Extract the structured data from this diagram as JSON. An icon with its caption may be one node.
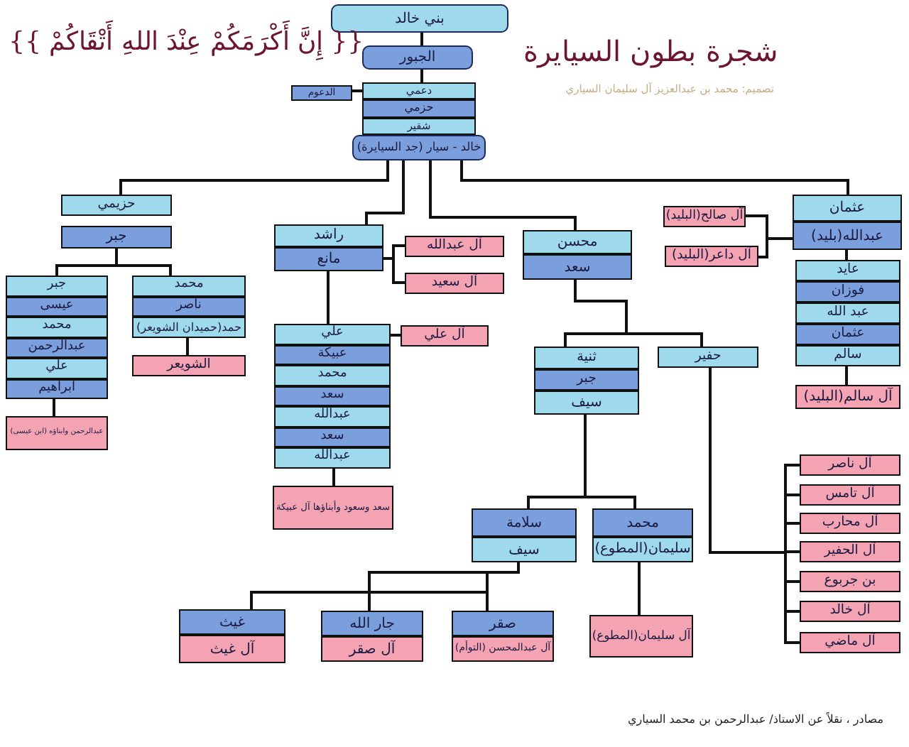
{
  "diagram": {
    "title": "شجرة بطون السيايرة",
    "nodes": [
      {
        "text": [
          "بني خالد"
        ]
      },
      {
        "text": [
          "الجبور"
        ]
      },
      {
        "text": [
          "دعمي"
        ]
      },
      {
        "text": [
          "حزمي"
        ]
      },
      {
        "text": [
          "شقير"
        ]
      },
      {
        "text": [
          "الدعوم"
        ]
      },
      {
        "text": [
          "خالد - سيار (جد السيايرة)"
        ]
      },
      {
        "text": [
          "حزيمي"
        ]
      },
      {
        "text": [
          "جبر"
        ]
      },
      {
        "text": [
          "جبر"
        ]
      },
      {
        "text": [
          "عيسى"
        ]
      },
      {
        "text": [
          "محمد"
        ]
      },
      {
        "text": [
          "عبدالرحمن"
        ]
      },
      {
        "text": [
          "علي"
        ]
      },
      {
        "text": [
          "ابراهيم"
        ]
      },
      {
        "text": [
          "عبدالرحمن وابناؤه (ابن عيسى)"
        ]
      },
      {
        "text": [
          "محمد"
        ]
      },
      {
        "text": [
          "ناصر"
        ]
      },
      {
        "text": [
          "حمد(حميدان الشويعر)"
        ]
      },
      {
        "text": [
          "الشويعر"
        ]
      },
      {
        "text": [
          "راشد"
        ]
      },
      {
        "text": [
          "مانع"
        ]
      },
      {
        "text": [
          "آل عبدالله"
        ]
      },
      {
        "text": [
          "آل سعيد"
        ]
      },
      {
        "text": [
          "علي"
        ]
      },
      {
        "text": [
          "عبيكة"
        ]
      },
      {
        "text": [
          "محمد"
        ]
      },
      {
        "text": [
          "سعد"
        ]
      },
      {
        "text": [
          "عبدالله"
        ]
      },
      {
        "text": [
          "سعد"
        ]
      },
      {
        "text": [
          "عبدالله"
        ]
      },
      {
        "text": [
          "آل علي"
        ]
      },
      {
        "text": [
          "سعد وسعود وأبناؤها آل عبيكة"
        ]
      },
      {
        "text": [
          "محسن"
        ]
      },
      {
        "text": [
          "سعد"
        ]
      },
      {
        "text": [
          "ثنية"
        ]
      },
      {
        "text": [
          "جبر"
        ]
      },
      {
        "text": [
          "سيف"
        ]
      },
      {
        "text": [
          "حفير"
        ]
      },
      {
        "text": [
          "سلامة"
        ]
      },
      {
        "text": [
          "سيف"
        ]
      },
      {
        "text": [
          "محمد"
        ]
      },
      {
        "text": [
          "سليمان(المطوع)"
        ]
      },
      {
        "text": [
          "غيث"
        ]
      },
      {
        "text": [
          "آل غيث"
        ]
      },
      {
        "text": [
          "جار الله"
        ]
      },
      {
        "text": [
          "آل صقر"
        ]
      },
      {
        "text": [
          "صقر"
        ]
      },
      {
        "text": [
          "آل عبدالمحسن (التوأم)"
        ]
      },
      {
        "text": [
          "آل سليمان(المطوع)"
        ]
      },
      {
        "text": [
          "آل ناصر"
        ]
      },
      {
        "text": [
          "آل تامس"
        ]
      },
      {
        "text": [
          "آل محارب"
        ]
      },
      {
        "text": [
          "آل الحفير"
        ]
      },
      {
        "text": [
          "بن جربوع"
        ]
      },
      {
        "text": [
          "آل خالد"
        ]
      },
      {
        "text": [
          "آل ماضي"
        ]
      },
      {
        "text": [
          "عثمان"
        ]
      },
      {
        "text": [
          "عبدالله(بليد)"
        ]
      },
      {
        "text": [
          "آل صالح(البليد)"
        ]
      },
      {
        "text": [
          "آل داعر(البليد)"
        ]
      },
      {
        "text": [
          "عايد"
        ]
      },
      {
        "text": [
          "فوزان"
        ]
      },
      {
        "text": [
          "عبد الله"
        ]
      },
      {
        "text": [
          "عثمان"
        ]
      },
      {
        "text": [
          "سالم"
        ]
      },
      {
        "text": [
          "آل سالم(البليد)"
        ]
      }
    ],
    "edges": [
      {
        "from": 0,
        "to": 1,
        "arrow": "none"
      },
      {
        "from": 1,
        "to": 2,
        "arrow": "none"
      },
      {
        "from": 2,
        "to": 5,
        "arrow": "none"
      },
      {
        "from": 6,
        "to": 7,
        "arrow": "none"
      },
      {
        "from": 6,
        "to": 20,
        "arrow": "none"
      },
      {
        "from": 6,
        "to": 33,
        "arrow": "none"
      },
      {
        "from": 6,
        "to": 57,
        "arrow": "none"
      },
      {
        "from": 8,
        "to": 9,
        "arrow": "none"
      },
      {
        "from": 8,
        "to": 16,
        "arrow": "none"
      },
      {
        "from": 14,
        "to": 15,
        "arrow": "none"
      },
      {
        "from": 18,
        "to": 19,
        "arrow": "none"
      },
      {
        "from": 21,
        "to": 22,
        "arrow": "none"
      },
      {
        "from": 21,
        "to": 23,
        "arrow": "none"
      },
      {
        "from": 21,
        "to": 24,
        "arrow": "none"
      },
      {
        "from": 24,
        "to": 31,
        "arrow": "none"
      },
      {
        "from": 30,
        "to": 32,
        "arrow": "none"
      },
      {
        "from": 34,
        "to": 35,
        "arrow": "none"
      },
      {
        "from": 34,
        "to": 38,
        "arrow": "none"
      },
      {
        "from": 37,
        "to": 39,
        "arrow": "none"
      },
      {
        "from": 37,
        "to": 41,
        "arrow": "none"
      },
      {
        "from": 40,
        "to": 43,
        "arrow": "none"
      },
      {
        "from": 40,
        "to": 45,
        "arrow": "none"
      },
      {
        "from": 40,
        "to": 47,
        "arrow": "none"
      },
      {
        "from": 42,
        "to": 49,
        "arrow": "none"
      },
      {
        "from": 38,
        "to": 50,
        "arrow": "none"
      },
      {
        "from": 38,
        "to": 51,
        "arrow": "none"
      },
      {
        "from": 38,
        "to": 52,
        "arrow": "none"
      },
      {
        "from": 38,
        "to": 53,
        "arrow": "none"
      },
      {
        "from": 38,
        "to": 54,
        "arrow": "none"
      },
      {
        "from": 38,
        "to": 55,
        "arrow": "none"
      },
      {
        "from": 38,
        "to": 56,
        "arrow": "none"
      },
      {
        "from": 58,
        "to": 59,
        "arrow": "none"
      },
      {
        "from": 58,
        "to": 60,
        "arrow": "none"
      },
      {
        "from": 58,
        "to": 61,
        "arrow": "none"
      },
      {
        "from": 65,
        "to": 66,
        "arrow": "none"
      }
    ],
    "labels": [
      "{{ إِنَّ أَكْرَمَكُمْ عِنْدَ اللهِ أَتْقَاكُمْ }}",
      "تصميم: محمد بن عبدالعزيز آل سليمان السياري",
      "مصادر ، نقلاً عن الاستاذ/ عبدالرحمن بن محمد السياري"
    ]
  }
}
